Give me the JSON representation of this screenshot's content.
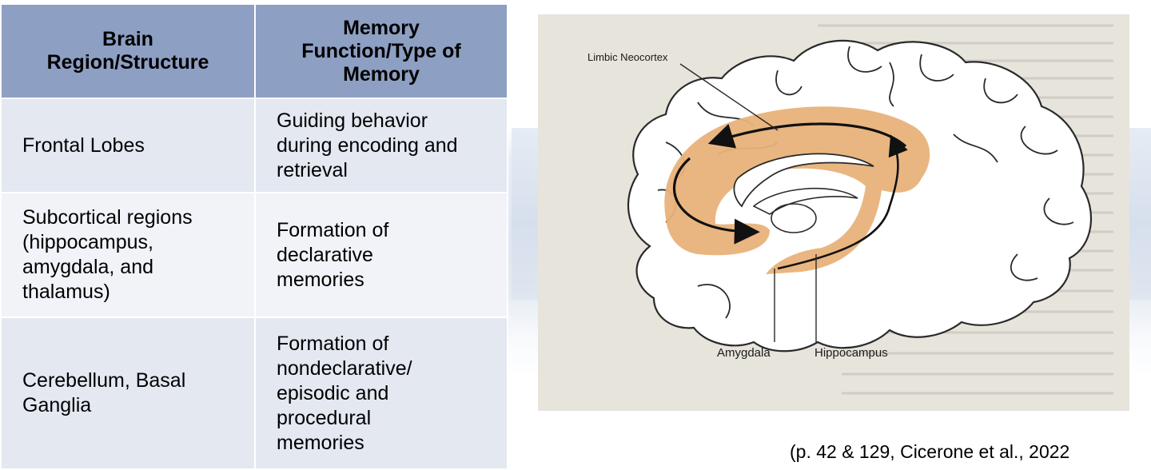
{
  "table": {
    "headers": [
      "Brain Region/Structure",
      "Memory Function/Type of Memory"
    ],
    "header_lines": [
      [
        "Brain",
        "Region/Structure"
      ],
      [
        "Memory",
        "Function/Type of",
        "Memory"
      ]
    ],
    "rows": [
      {
        "region_lines": [
          "Frontal Lobes"
        ],
        "function_lines": [
          "Guiding behavior",
          "during encoding and",
          "retrieval"
        ]
      },
      {
        "region_lines": [
          "Subcortical regions",
          "(hippocampus,",
          "amygdala, and",
          "thalamus)"
        ],
        "function_lines": [
          "Formation of",
          "declarative",
          "memories"
        ]
      },
      {
        "region_lines": [
          "Cerebellum, Basal",
          "Ganglia"
        ],
        "function_lines": [
          "Formation of",
          "nondeclarative/",
          "episodic and",
          "procedural",
          "memories"
        ]
      }
    ]
  },
  "figure": {
    "labels": {
      "limbic": "Limbic Neocortex",
      "amygdala": "Amygdala",
      "hippocampus": "Hippocampus"
    },
    "colors": {
      "limbic_fill": "#e8b27a",
      "paper": "#e6e3da",
      "outline": "#2a2a2a"
    }
  },
  "citation": "(p. 42 & 129, Cicerone et al., 2022"
}
